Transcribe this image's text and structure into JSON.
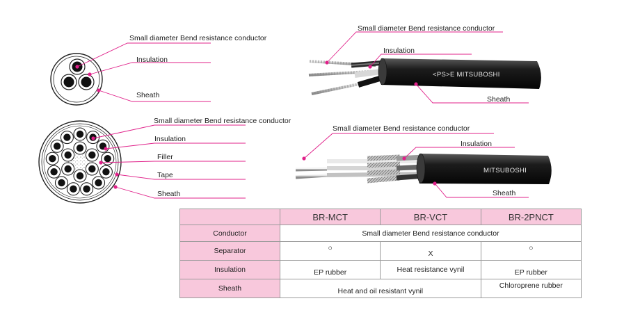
{
  "diagram_top": {
    "cross_section_labels": [
      "Small diameter Bend resistance conductor",
      "Insulation",
      "Sheath"
    ],
    "cable_labels": [
      "Small diameter Bend resistance conductor",
      "Insulation",
      "Sheath"
    ],
    "cable_print": "<PS>E  MITSUBOSHI"
  },
  "diagram_bottom": {
    "cross_section_labels": [
      "Small diameter Bend resistance conductor",
      "Insulation",
      "Filler",
      "Tape",
      "Sheath"
    ],
    "cable_labels": [
      "Small diameter Bend resistance conductor",
      "Insulation",
      "Sheath"
    ],
    "cable_print": "MITSUBOSHI"
  },
  "table": {
    "headers": [
      "BR-MCT",
      "BR-VCT",
      "BR-2PNCT"
    ],
    "rows": [
      {
        "label": "Conductor",
        "merged": "Small diameter Bend resistance conductor"
      },
      {
        "label": "Separator",
        "cells": [
          "○",
          "X",
          "○"
        ]
      },
      {
        "label": "Insulation",
        "cells": [
          "EP rubber",
          "Heat resistance vynil",
          "EP rubber"
        ]
      },
      {
        "label": "Sheath",
        "merged2": "Heat and oil resistant vynil",
        "cell3": "Chloroprene rubber"
      }
    ]
  },
  "colors": {
    "accent": "#e0218a",
    "table_header": "#f8c8dc",
    "cable_jacket": "#1a1a1a"
  }
}
